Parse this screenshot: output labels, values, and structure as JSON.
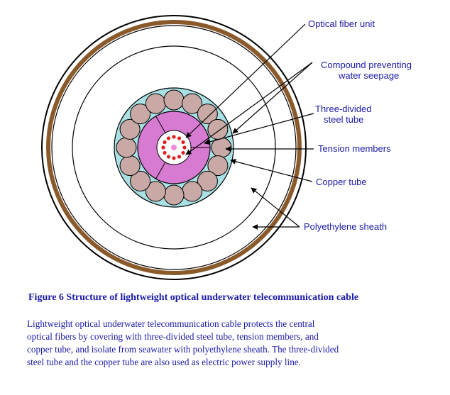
{
  "labels": {
    "optical_fiber_unit": "Optical fiber unit",
    "compound_line1": "Compound preventing",
    "compound_line2": "water seepage",
    "steel_tube_line1": "Three-divided",
    "steel_tube_line2": "steel tube",
    "tension_members": "Tension members",
    "copper_tube": "Copper tube",
    "polyethylene_sheath": "Polyethylene sheath"
  },
  "caption": "Figure 6 Structure of lightweight optical underwater telecommunication cable",
  "description": {
    "line1": "Lightweight optical underwater telecommunication cable protects the central",
    "line2": "optical fibers by covering with three-divided steel tube, tension members, and",
    "line3": "copper tube, and isolate from seawater with polyethylene sheath. The three-divided",
    "line4": "steel tube and the copper tube are also used as electric power supply line."
  },
  "colors": {
    "text": "#1a1aa8",
    "outer_sheath": "#8a5a2b",
    "compound": "#a8e0e4",
    "tension_member": "#c9a9a6",
    "steel_tube": "#d77ad1",
    "fiber_red": "#e02020",
    "core_pink": "#f28ad8"
  }
}
